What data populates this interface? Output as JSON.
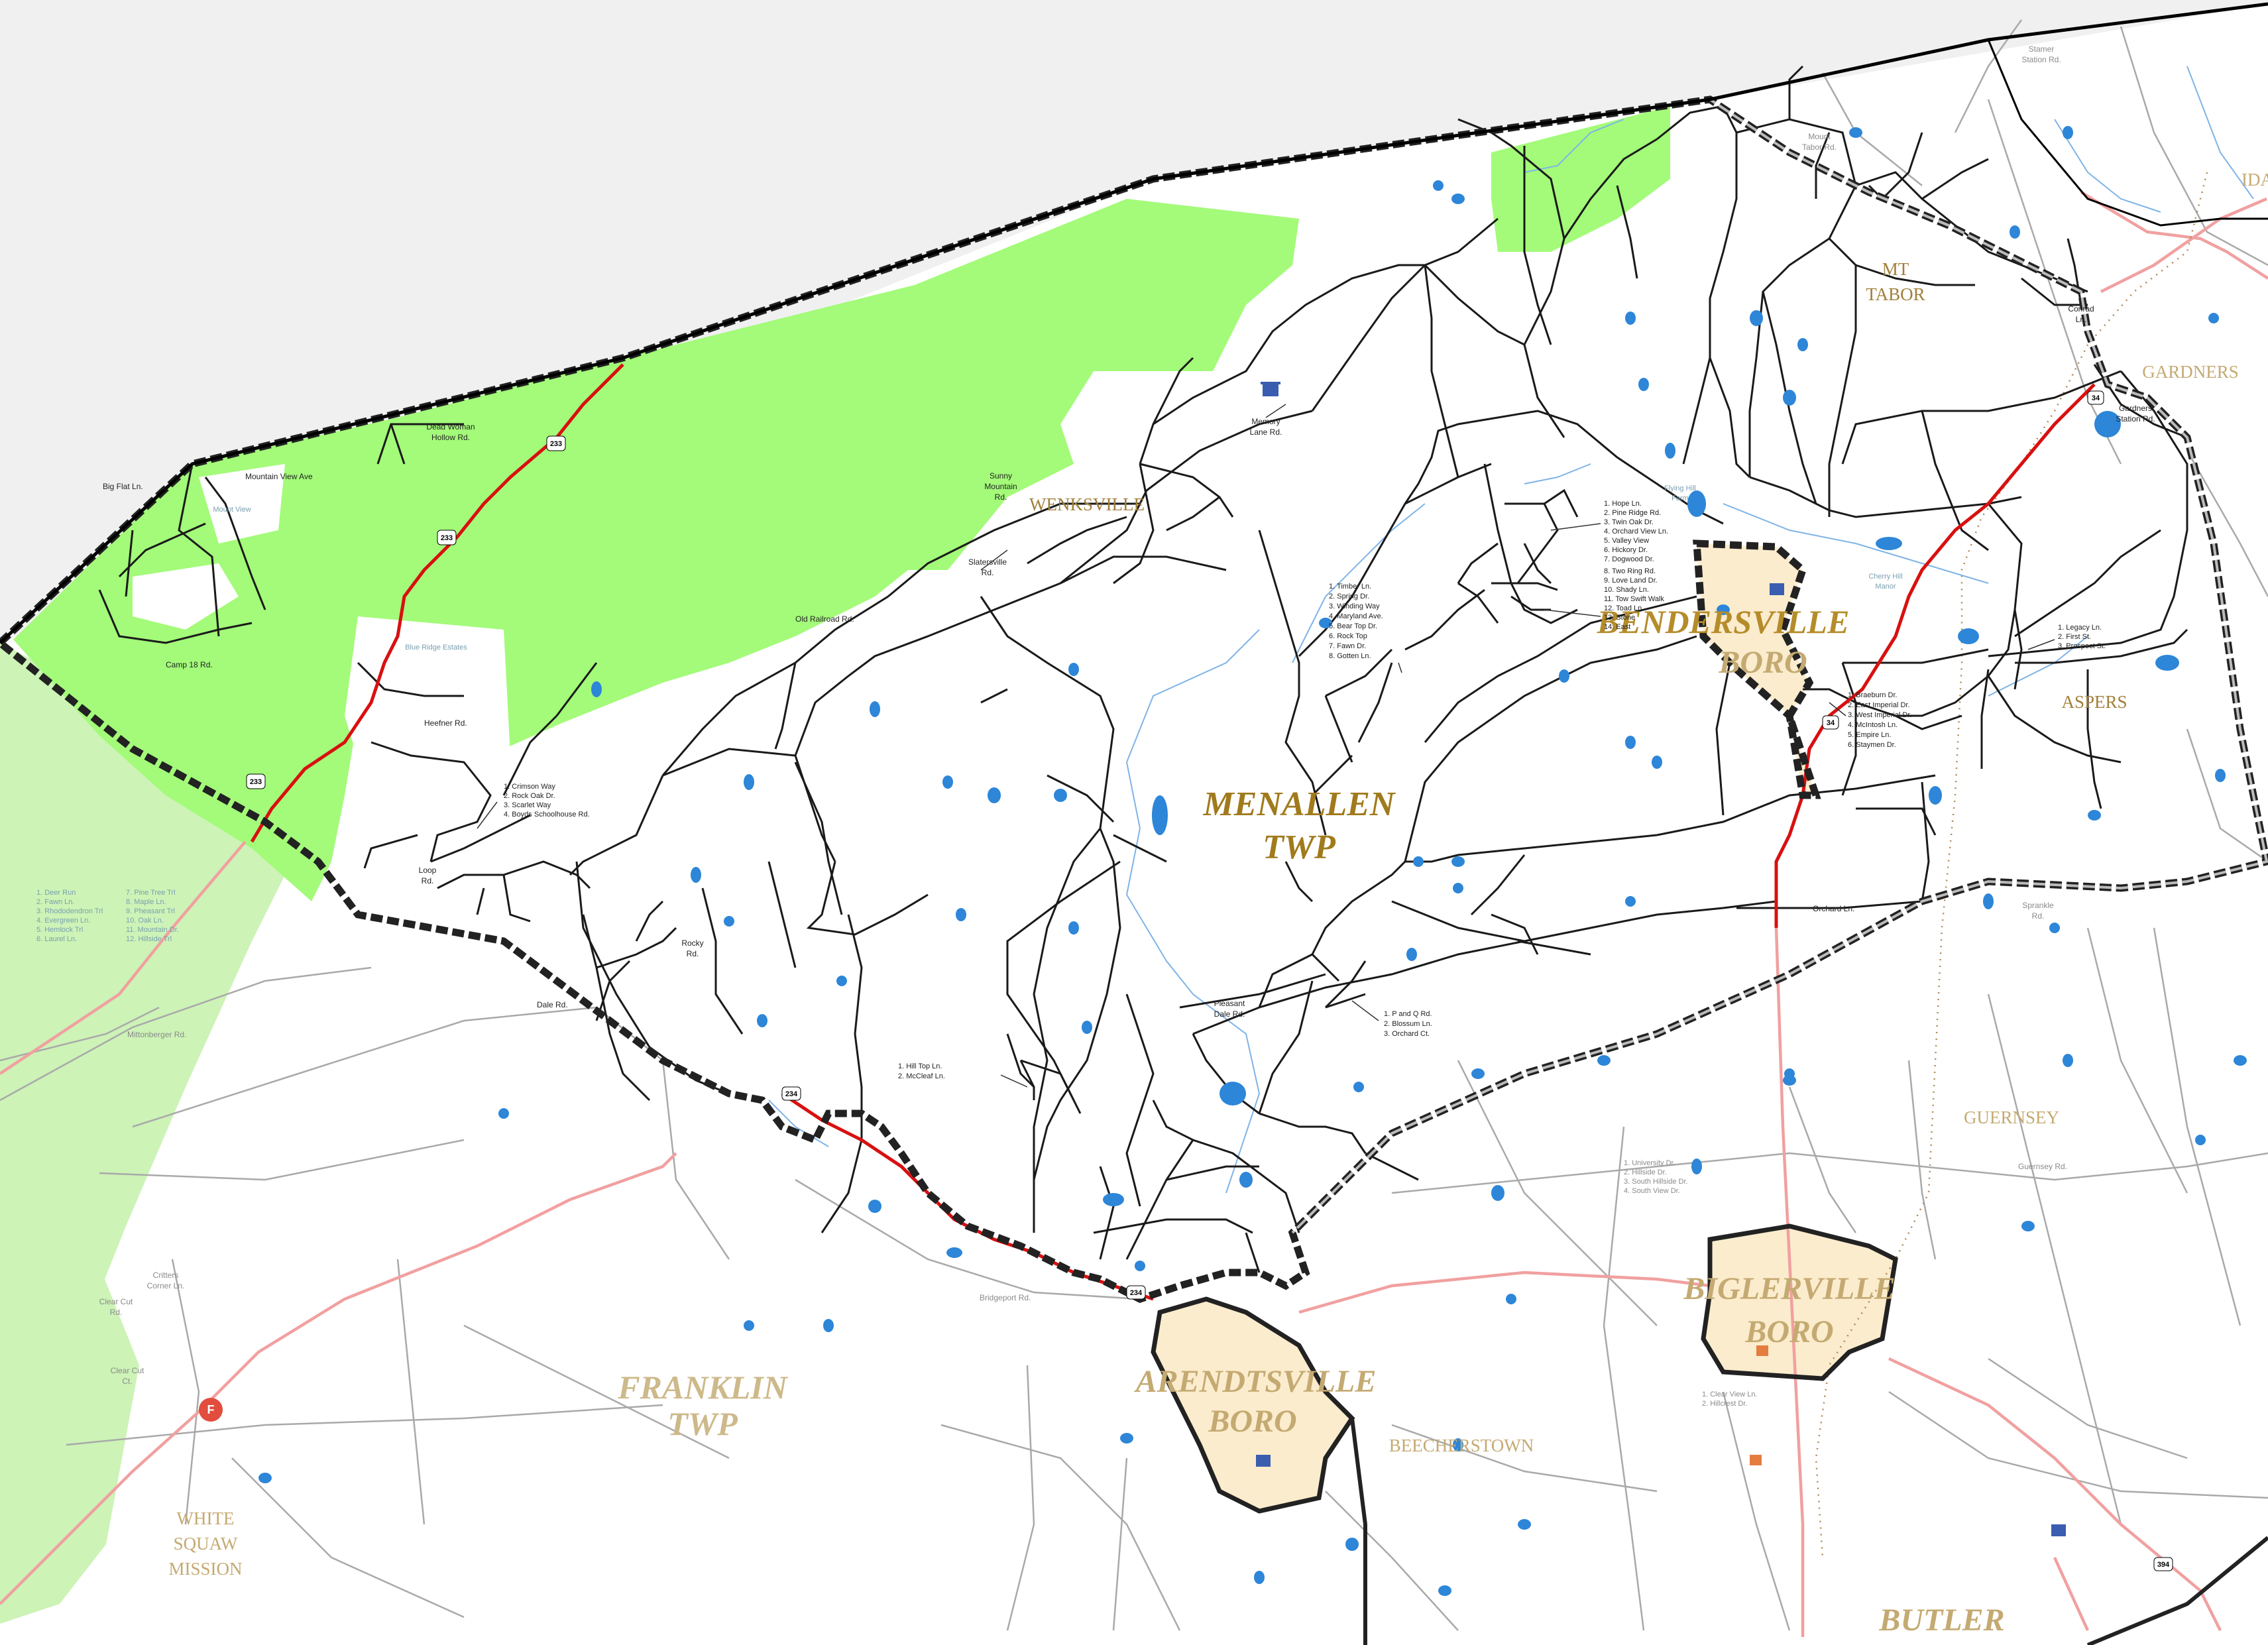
{
  "townships": {
    "menallen": [
      "MENALLEN",
      "TWP"
    ],
    "franklin": [
      "FRANKLIN",
      "TWP"
    ]
  },
  "boroughs": {
    "bendersville": [
      "BENDERSVILLE",
      "BORO"
    ],
    "biglerville": [
      "BIGLERVILLE",
      "BORO"
    ],
    "arendtsville": [
      "ARENDTSVILLE",
      "BORO"
    ]
  },
  "villages": {
    "wenksville": "WENKSVILLE",
    "mt_tabor": [
      "MT",
      "TABOR"
    ],
    "gardners": "GARDNERS",
    "aspers": "ASPERS",
    "guernsey": "GUERNSEY",
    "beecherstown": "BEECHERSTOWN",
    "butler": "BUTLER",
    "white_squaw": [
      "WHITE",
      "SQUAW",
      "MISSION"
    ],
    "ida": "IDA"
  },
  "roads": {
    "big_flat": "Big Flat Ln.",
    "mountain_view_ave": "Mountain View Ave",
    "dead_woman": [
      "Dead Woman",
      "Hollow Rd."
    ],
    "camp18": "Camp 18 Rd.",
    "heefner": "Heefner Rd.",
    "memory_lane": [
      "Memory",
      "Lane Rd."
    ],
    "sunny_mountain": [
      "Sunny",
      "Mountain",
      "Rd."
    ],
    "slatersville": [
      "Slatersville",
      "Rd."
    ],
    "old_railroad": "Old Railroad Rd.",
    "loop": [
      "Loop",
      "Rd."
    ],
    "rocky": [
      "Rocky",
      "Rd."
    ],
    "dale": "Dale Rd.",
    "pleasant_dale": [
      "Pleasant",
      "Dale Rd."
    ],
    "conrad": [
      "Conrad",
      "Ln."
    ],
    "gardners_station": [
      "Gardners",
      "Station Rd."
    ],
    "mount_tabor": [
      "Mount",
      "Tabor Rd."
    ],
    "bridgeport": "Bridgeport Rd.",
    "critters_corner": [
      "Critters",
      "Corner Ln."
    ],
    "clear_cut_rd": [
      "Clear Cut",
      "Rd."
    ],
    "clear_cut_ct": [
      "Clear Cut",
      "Ct."
    ],
    "mittonberger": "Mittonberger Rd.",
    "sprankle": [
      "Sprankle",
      "Rd."
    ],
    "guernsey_rd": "Guernsey Rd.",
    "stamer": [
      "Stamer",
      "Station Rd."
    ],
    "orchard_ln": "Orchard Ln.",
    "flying_hill": [
      "Flying Hill",
      "Farm"
    ],
    "cherry_hill": [
      "Cherry Hill",
      "Manor"
    ],
    "blue_ridge": "Blue Ridge Estates",
    "mount_view": "Mount View"
  },
  "lists": {
    "hope": [
      "1. Hope Ln.",
      "2. Pine Ridge Rd.",
      "3. Twin Oak Dr.",
      "4. Orchard View Ln.",
      "5. Valley View",
      "6. Hickory Dr.",
      "7. Dogwood Dr.",
      "8. Two Ring Rd.",
      "9. Love Land Dr.",
      "10. Shady Ln.",
      "11. Tow Swift Walk",
      "12. Toad Ln.",
      "13. Stone",
      "14. East"
    ],
    "timber": [
      "1. Timber Ln.",
      "2. Spring Dr.",
      "3. Winding Way",
      "4. Maryland Ave.",
      "5. Bear Top Dr.",
      "6. Rock Top",
      "7. Fawn Dr.",
      "8. Gotten Ln."
    ],
    "crimson": [
      "1. Crimson Way",
      "2. Rock Oak Dr.",
      "3. Scarlet Way",
      "4. Boyds Schoolhouse Rd."
    ],
    "braeburn": [
      "1. Braeburn Dr.",
      "2. East Imperial Dr.",
      "3. West Imperial Dr.",
      "4. McIntosh Ln.",
      "5. Empire Ln.",
      "6. Staymen Dr."
    ],
    "legacy": [
      "1. Legacy Ln.",
      "2. First St.",
      "3. Prospect St."
    ],
    "hilltop": [
      "1. Hill Top Ln.",
      "2. McCleaf Ln."
    ],
    "pandq": [
      "1. P and Q Rd.",
      "2. Blossum Ln.",
      "3. Orchard Ct."
    ],
    "university": [
      "1. University Dr.",
      "2. Hillside Dr.",
      "3. South Hillside Dr.",
      "4. South View Dr."
    ],
    "clearview": [
      "1. Clear View Ln.",
      "2. Hillcrest Dr."
    ],
    "deerrun": [
      "1. Deer Run",
      "2. Fawn Ln.",
      "3. Rhododendron Trl",
      "4. Evergreen Ln.",
      "5. Hemlock Trl",
      "6. Laurel Ln."
    ],
    "pinetree": [
      "7. Pine Tree Trl",
      "8. Maple Ln.",
      "9. Pheasant Trl",
      "10. Oak Ln.",
      "11. Mountain Dr.",
      "12. Hillside Trl"
    ]
  },
  "shields": {
    "sr233": "233",
    "sr234": "234",
    "sr34": "34",
    "sr394": "394"
  }
}
